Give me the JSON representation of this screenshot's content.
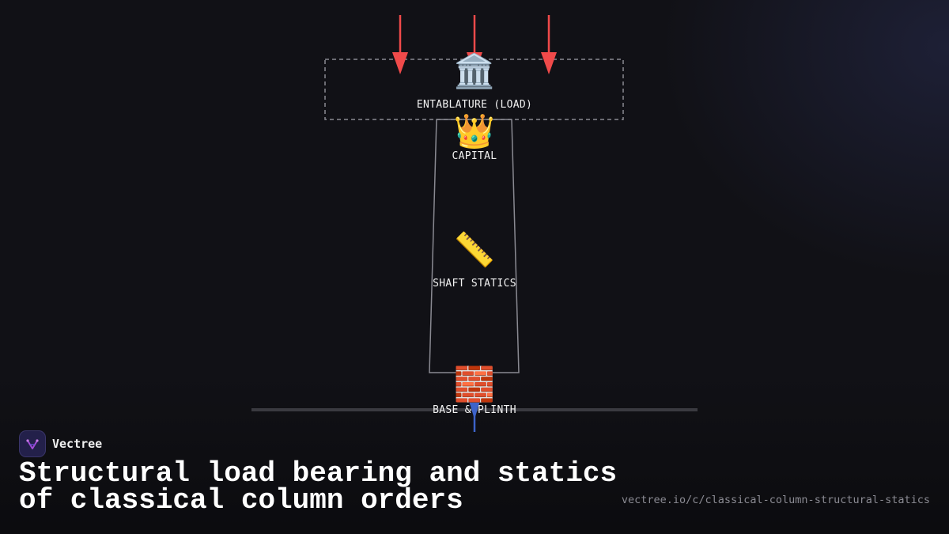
{
  "diagram": {
    "nodes": [
      {
        "id": "entablature",
        "icon": "🏛️",
        "icon_name": "classical-building-icon",
        "label": "ENTABLATURE (LOAD)"
      },
      {
        "id": "capital",
        "icon": "👑",
        "icon_name": "crown-icon",
        "label": "CAPITAL"
      },
      {
        "id": "shaft",
        "icon": "📏",
        "icon_name": "ruler-icon",
        "label": "SHAFT STATICS"
      },
      {
        "id": "base",
        "icon": "🧱",
        "icon_name": "brick-icon",
        "label": "BASE & PLINTH"
      }
    ],
    "colors": {
      "load_arrow": "#f04a4a",
      "reaction_arrow": "#3d63c9",
      "outline": "#8a8a92",
      "ground": "#3a3a40"
    }
  },
  "brand": {
    "name": "Vectree"
  },
  "title": "Structural load bearing and statics of classical column orders",
  "url": "vectree.io/c/classical-column-structural-statics"
}
